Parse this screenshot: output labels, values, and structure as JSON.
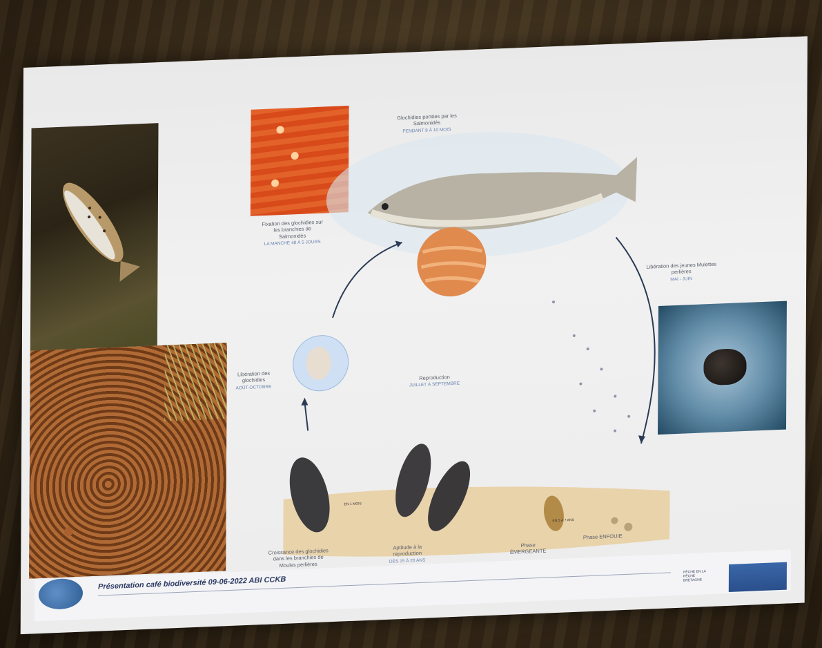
{
  "slide": {
    "footer": "Présentation café biodiversité  09-06-2022 ABI CCKB"
  },
  "cycle": {
    "fish_label": "Glochidies portées par les Salmonidés",
    "fish_sub": "PENDANT 8 À 10 MOIS",
    "gill_label": "Fixation des glochidies sur les branchies de Salmonidés",
    "gill_sub": "LA MANCHE 48 À 5 JOURS",
    "release_label": "Libération des glochidies",
    "release_sub": "AOÛT-OCTOBRE",
    "release_young_label": "Libération des jeunes Mulettes perlières",
    "release_young_sub": "MAI - JUIN",
    "reproduction_label": "Reproduction",
    "reproduction_sub": "JUILLET À SEPTEMBRE",
    "growth_label": "Croissance des glochidies dans les branchies de Moules perlières",
    "aptitude_label": "Aptitude à la reproduction",
    "aptitude_sub": "DÈS 15 À 20 ANS",
    "emergent_label": "Phase ÉMERGEANTE",
    "buried_label": "Phase ENFOUIE",
    "arrow_1": "EN 1 MOIS",
    "arrow_2": "EN 5 À 7 ANS"
  },
  "logos": {
    "mid_text": "PÊCHE EN LA PÊCHE BRETAGNE"
  }
}
